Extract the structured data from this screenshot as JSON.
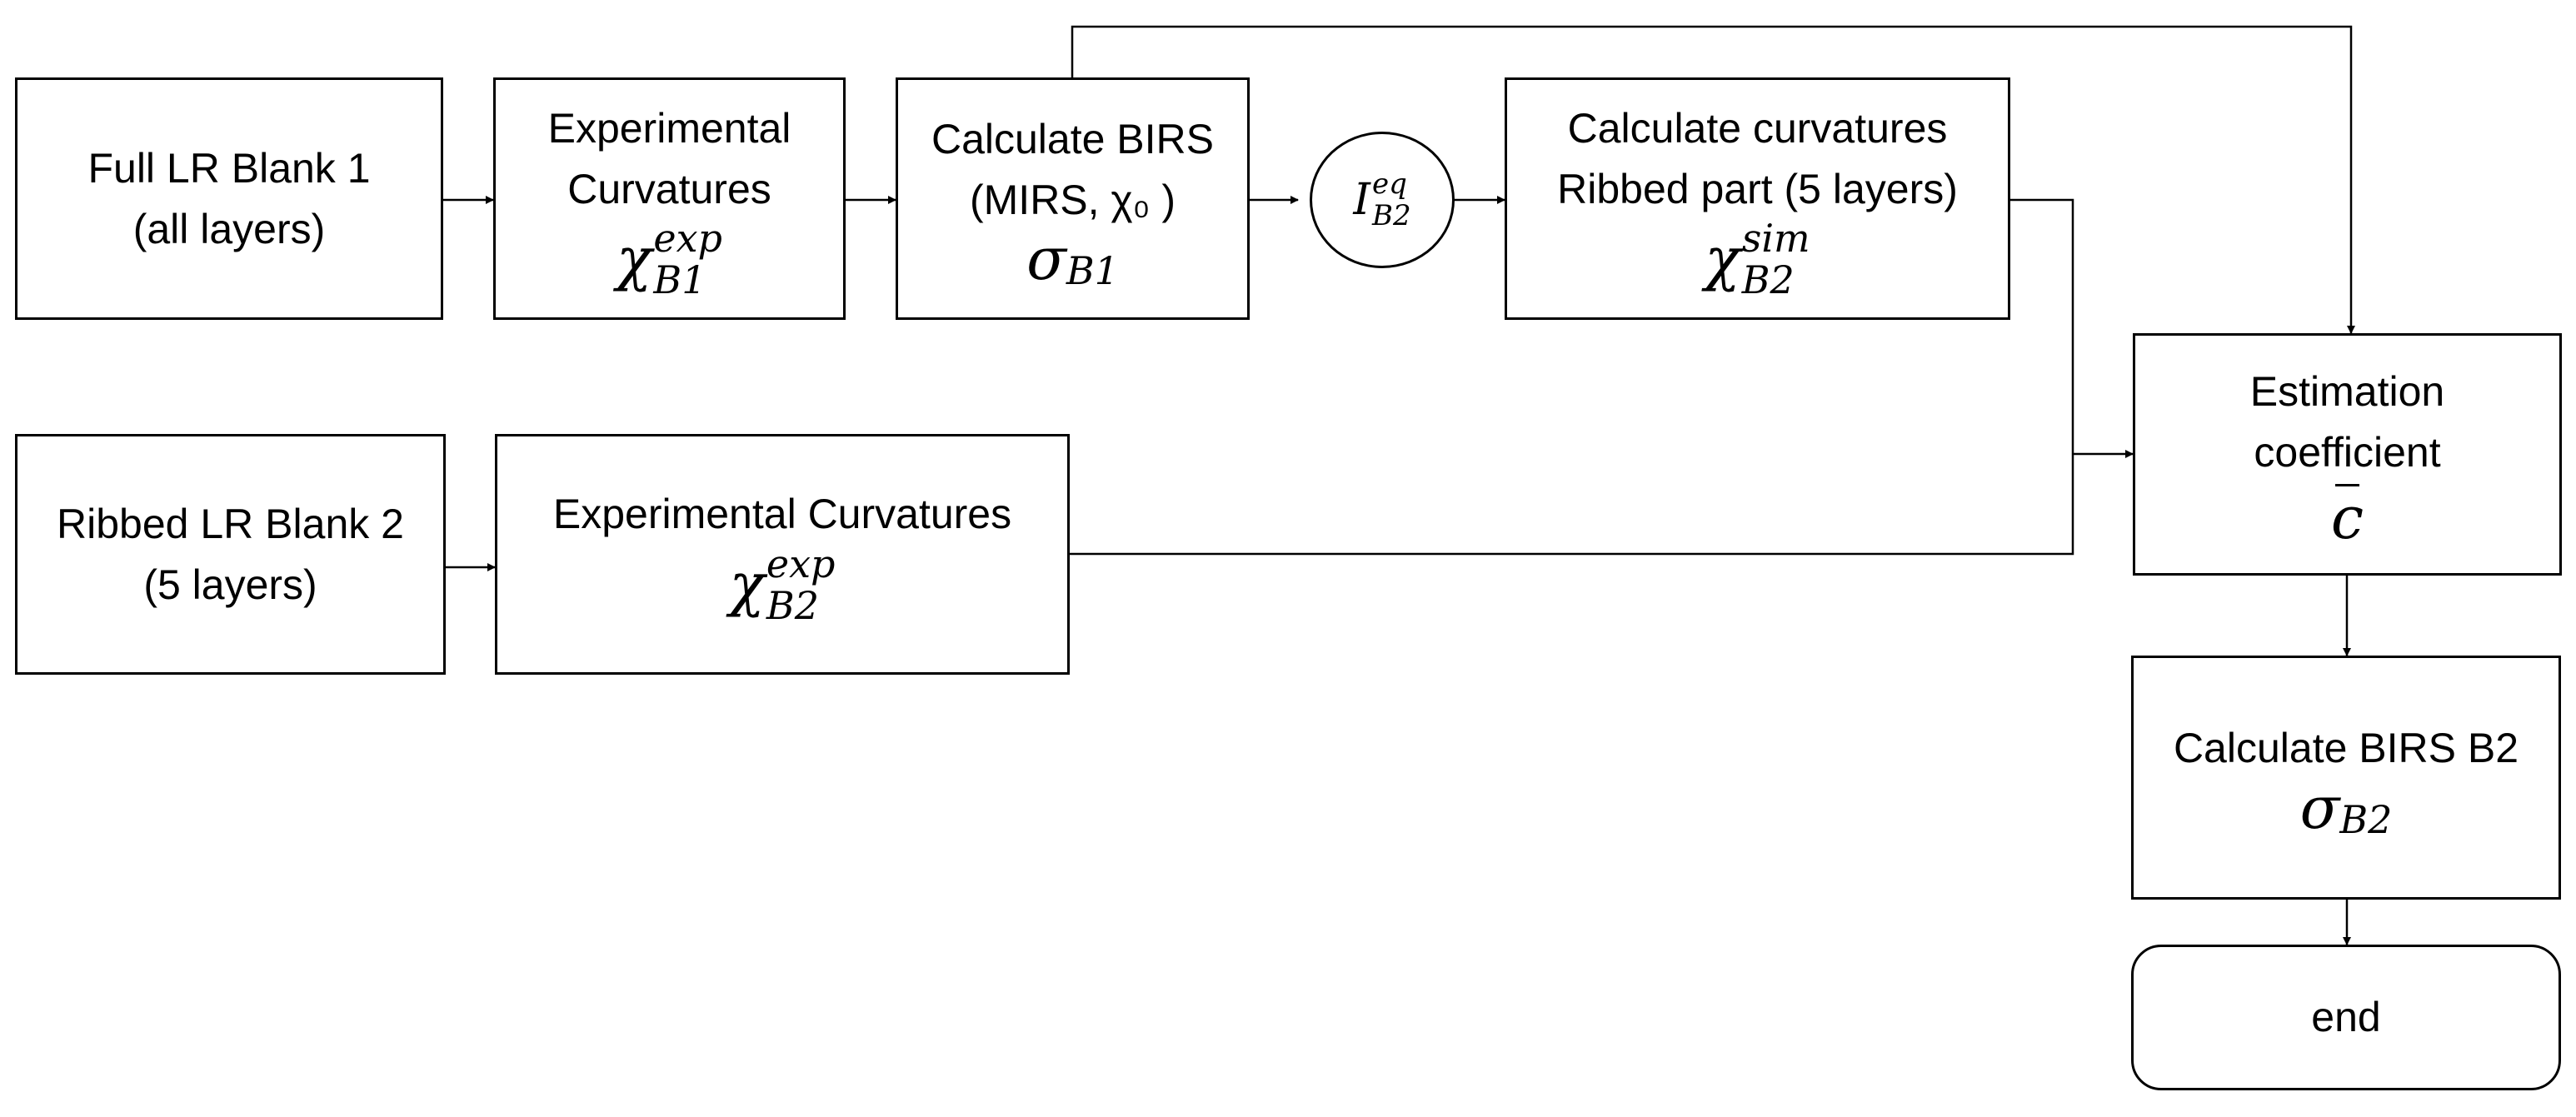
{
  "nodes": {
    "full_lr_blank": {
      "lines": [
        "Full LR Blank 1",
        "(all layers)"
      ]
    },
    "exp_curv_b1": {
      "lines": [
        "Experimental",
        "Curvatures"
      ],
      "symbol": "χ",
      "sup": "exp",
      "sub": "B1"
    },
    "calc_birs": {
      "lines": [
        "Calculate BIRS",
        "(MIRS, χ₀ )"
      ],
      "symbol": "σ",
      "sub": "B1"
    },
    "ieq": {
      "symbol": "I",
      "sup": "eq",
      "sub": "B2"
    },
    "calc_curv_ribbed": {
      "lines": [
        "Calculate curvatures",
        "Ribbed part (5 layers)"
      ],
      "symbol": "χ",
      "sup": "sim",
      "sub": "B2"
    },
    "ribbed_lr_blank": {
      "lines": [
        "Ribbed LR Blank 2",
        "(5 layers)"
      ]
    },
    "exp_curv_b2": {
      "lines": [
        "Experimental Curvatures"
      ],
      "symbol": "χ",
      "sup": "exp",
      "sub": "B2"
    },
    "estimation": {
      "lines": [
        "Estimation",
        "coefficient"
      ],
      "symbol": "c"
    },
    "calc_birs_b2": {
      "lines": [
        "Calculate BIRS B2"
      ],
      "symbol": "σ",
      "sub": "B2"
    },
    "end": {
      "lines": [
        "end"
      ]
    }
  },
  "colors": {
    "stroke": "#000000",
    "background": "#ffffff",
    "text": "#000000"
  }
}
